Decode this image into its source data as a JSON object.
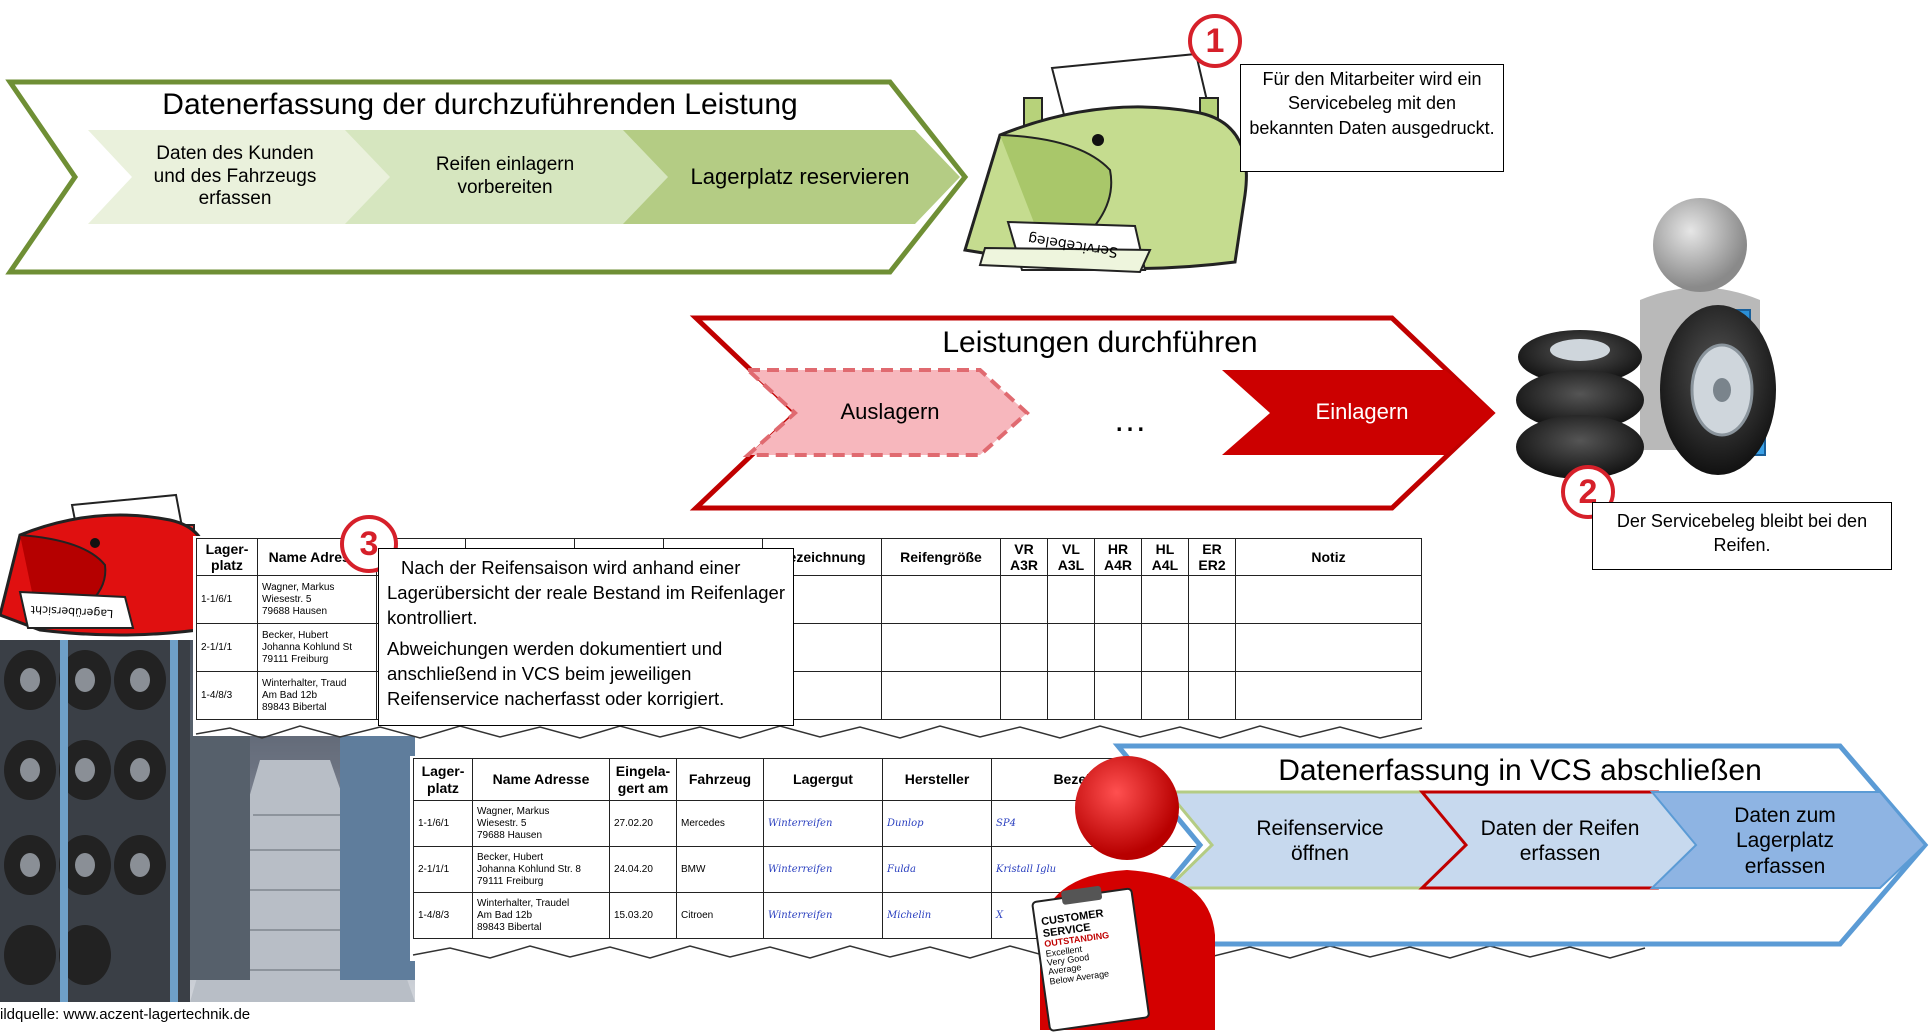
{
  "process1": {
    "title": "Datenerfassung der durchzuführenden Leistung",
    "steps": [
      "Daten des Kunden und des Fahrzeugs erfassen",
      "Reifen einlagern vorbereiten",
      "Lagerplatz reservieren"
    ]
  },
  "printer1": {
    "paper_label": "Servicebeleg"
  },
  "callout1": {
    "number": "1",
    "text": "Für den Mitarbeiter wird ein  Servicebeleg mit den bekannten Daten ausgedruckt."
  },
  "process2": {
    "title": "Leistungen durchführen",
    "steps": [
      "Auslagern",
      "…",
      "Einlagern"
    ]
  },
  "callout2": {
    "number": "2",
    "text": "Der Servicebeleg bleibt bei den Reifen."
  },
  "printer2": {
    "paper_label": "Lagerübersicht"
  },
  "callout3": {
    "number": "3",
    "text1": "Nach der Reifensaison wird anhand einer Lagerübersicht der reale Bestand im Reifenlager kontrolliert.",
    "text2": "Abweichungen werden dokumentiert und anschließend in VCS beim jeweiligen Reifenservice nacherfasst oder korrigiert."
  },
  "table1": {
    "headers": [
      "Lager-platz",
      "Name Adresse",
      "Bezeichnung",
      "Reifengröße",
      "VR A3R",
      "VL A3L",
      "HR A4R",
      "HL A4L",
      "ER ER2",
      "Notiz"
    ],
    "rows": [
      {
        "platz": "1-1/6/1",
        "l1": "Wagner, Markus",
        "l2": "Wiesestr. 5",
        "l3": "79688 Hausen"
      },
      {
        "platz": "2-1/1/1",
        "l1": "Becker, Hubert",
        "l2": "Johanna Kohlund St",
        "l3": "79111 Freiburg"
      },
      {
        "platz": "1-4/8/3",
        "l1": "Winterhalter, Traud",
        "l2": "Am Bad 12b",
        "l3": "89843 Bibertal"
      }
    ]
  },
  "table2": {
    "headers": [
      "Lager-platz",
      "Name Adresse",
      "Eingela-gert am",
      "Fahrzeug",
      "Lagergut",
      "Hersteller",
      "Bezeichnung"
    ],
    "rows": [
      {
        "platz": "1-1/6/1",
        "l1": "Wagner, Markus",
        "l2": "Wiesestr. 5",
        "l3": "79688 Hausen",
        "date": "27.02.20",
        "car": "Mercedes",
        "gut": "Winterreifen",
        "herst": "Dunlop",
        "bez": "SP4"
      },
      {
        "platz": "2-1/1/1",
        "l1": "Becker, Hubert",
        "l2": "Johanna Kohlund Str. 8",
        "l3": "79111 Freiburg",
        "date": "24.04.20",
        "car": "BMW",
        "gut": "Winterreifen",
        "herst": "Fulda",
        "bez": "Kristall Iglu"
      },
      {
        "platz": "1-4/8/3",
        "l1": "Winterhalter, Traudel",
        "l2": "Am Bad 12b",
        "l3": "89843 Bibertal",
        "date": "15.03.20",
        "car": "Citroen",
        "gut": "Winterreifen",
        "herst": "Michelin",
        "bez": "X"
      }
    ]
  },
  "process3": {
    "title": "Datenerfassung in VCS abschließen",
    "steps": [
      "Reifenservice öffnen",
      "Daten der Reifen erfassen",
      "Daten zum Lagerplatz erfassen"
    ]
  },
  "clipboard": {
    "lines": [
      "CUSTOMER",
      "SERVICE",
      "OUTSTANDING",
      "Excellent",
      "Very Good",
      "Average",
      "Below Average"
    ]
  },
  "image_source": "ildquelle: www.aczent-lagertechnik.de",
  "colors": {
    "green": "#6f8f35",
    "red": "#c00000",
    "blue": "#5b9bd5"
  }
}
